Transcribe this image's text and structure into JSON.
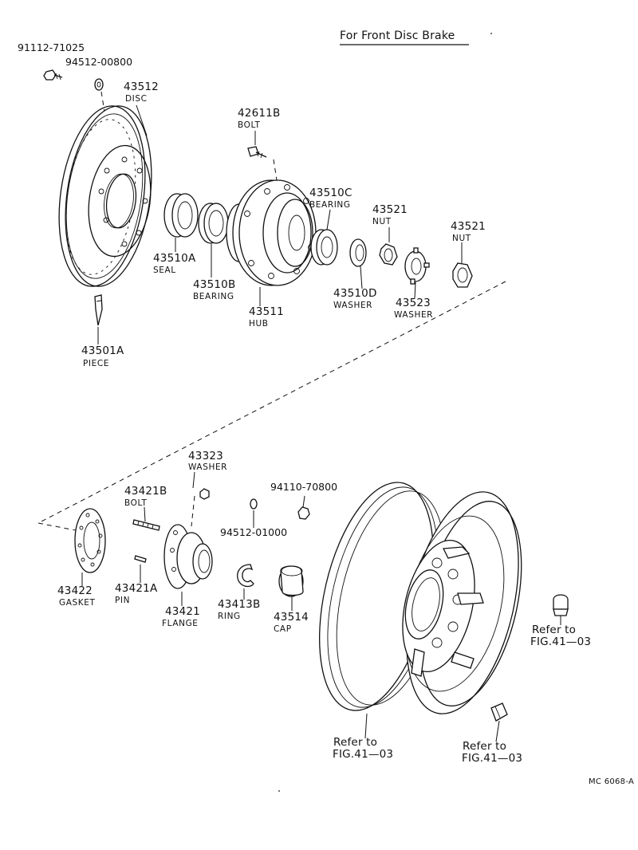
{
  "header": {
    "title": "For Front Disc Brake"
  },
  "parts": {
    "bolt_91112": {
      "number": "91112-71025"
    },
    "washer_94512_00800": {
      "number": "94512-00800"
    },
    "disc": {
      "number": "43512",
      "name": "DISC"
    },
    "bolt_42611b": {
      "number": "42611B",
      "name": "BOLT"
    },
    "seal": {
      "number": "43510A",
      "name": "SEAL"
    },
    "bearing_b": {
      "number": "43510B",
      "name": "BEARING"
    },
    "bearing_c": {
      "number": "43510C",
      "name": "BEARING"
    },
    "hub": {
      "number": "43511",
      "name": "HUB"
    },
    "nut_1": {
      "number": "43521",
      "name": "NUT"
    },
    "nut_2": {
      "number": "43521",
      "name": "NUT"
    },
    "washer_d": {
      "number": "43510D",
      "name": "WASHER"
    },
    "washer_43523": {
      "number": "43523",
      "name": "WASHER"
    },
    "piece": {
      "number": "43501A",
      "name": "PIECE"
    },
    "washer_43323": {
      "number": "43323",
      "name": "WASHER"
    },
    "bolt_43421b": {
      "number": "43421B",
      "name": "BOLT"
    },
    "nut_94110": {
      "number": "94110-70800"
    },
    "washer_94512_01000": {
      "number": "94512-01000"
    },
    "gasket": {
      "number": "43422",
      "name": "GASKET"
    },
    "pin": {
      "number": "43421A",
      "name": "PIN"
    },
    "flange": {
      "number": "43421",
      "name": "FLANGE"
    },
    "ring": {
      "number": "43413B",
      "name": "RING"
    },
    "cap": {
      "number": "43514",
      "name": "CAP"
    }
  },
  "references": {
    "lug_nut": {
      "line1": "Refer to",
      "line2": "FIG.41—03"
    },
    "wheel": {
      "line1": "Refer to",
      "line2": "FIG.41—03"
    },
    "valve": {
      "line1": "Refer to",
      "line2": "FIG.41—03"
    }
  },
  "footer": {
    "code": "MC 6068-A"
  }
}
